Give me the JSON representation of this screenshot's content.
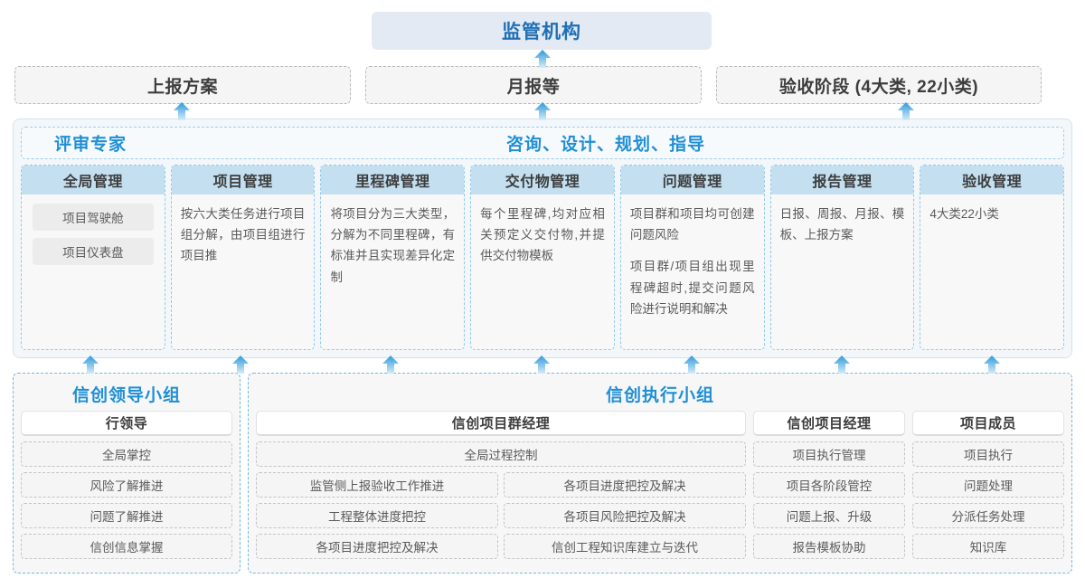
{
  "top": {
    "authority": "监管机构"
  },
  "reports": [
    {
      "label": "上报方案"
    },
    {
      "label": "月报等"
    },
    {
      "label": "验收阶段 (4大类, 22小类)"
    }
  ],
  "middle": {
    "role_left": "评审专家",
    "role_center": "咨询、设计、规划、指导",
    "cards": [
      {
        "title": "全局管理",
        "type": "chips",
        "chips": [
          "项目驾驶舱",
          "项目仪表盘"
        ],
        "paragraphs": []
      },
      {
        "title": "项目管理",
        "type": "text",
        "chips": [],
        "paragraphs": [
          "按六大类任务进行项目组分解，由项目组进行项目推"
        ]
      },
      {
        "title": "里程碑管理",
        "type": "text",
        "chips": [],
        "paragraphs": [
          "将项目分为三大类型，分解为不同里程碑，有标准并且实现差异化定制"
        ]
      },
      {
        "title": "交付物管理",
        "type": "text",
        "chips": [],
        "paragraphs": [
          "每个里程碑,均对应相关预定义交付物,并提供交付物模板"
        ]
      },
      {
        "title": "问题管理",
        "type": "text",
        "chips": [],
        "paragraphs": [
          "项目群和项目均可创建问题风险",
          "项目群/项目组出现里程碑超时,提交问题风险进行说明和解决"
        ]
      },
      {
        "title": "报告管理",
        "type": "text",
        "chips": [],
        "paragraphs": [
          "日报、周报、月报、模板、上报方案"
        ]
      },
      {
        "title": "验收管理",
        "type": "text",
        "chips": [],
        "paragraphs": [
          "4大类22小类"
        ]
      }
    ]
  },
  "bottom": {
    "leader_group": {
      "title": "信创领导小组",
      "head": "行领导",
      "items": [
        "全局掌控",
        "风险了解推进",
        "问题了解推进",
        "信创信息掌握"
      ]
    },
    "exec_group": {
      "title": "信创执行小组",
      "program_manager": {
        "head": "信创项目群经理",
        "full_item": "全局过程控制",
        "rows": [
          [
            "监管侧上报验收工作推进",
            "各项目进度把控及解决"
          ],
          [
            "工程整体进度把控",
            "各项目风险把控及解决"
          ],
          [
            "各项目进度把控及解决",
            "信创工程知识库建立与迭代"
          ]
        ]
      },
      "project_manager": {
        "head": "信创项目经理",
        "items": [
          "项目执行管理",
          "项目各阶段管控",
          "问题上报、升级",
          "报告模板协助"
        ]
      },
      "member": {
        "head": "项目成员",
        "items": [
          "项目执行",
          "问题处理",
          "分派任务处理",
          "知识库"
        ]
      }
    }
  },
  "arrows": {
    "icon": "arrow-up-icon",
    "color": "#3aa0dc",
    "positions_top_row": [
      200,
      597,
      1000
    ],
    "positions_mid_row": [
      100,
      265,
      430,
      600,
      765,
      930,
      1100
    ]
  },
  "colors": {
    "accent": "#1f8fd6",
    "header_fill": "#e4eaf4",
    "card_head_fill": "#c3dff0",
    "band_fill": "#f4f7fa",
    "dashed_gray": "#b8b8b8",
    "dashed_blue": "#6fb9e4"
  }
}
